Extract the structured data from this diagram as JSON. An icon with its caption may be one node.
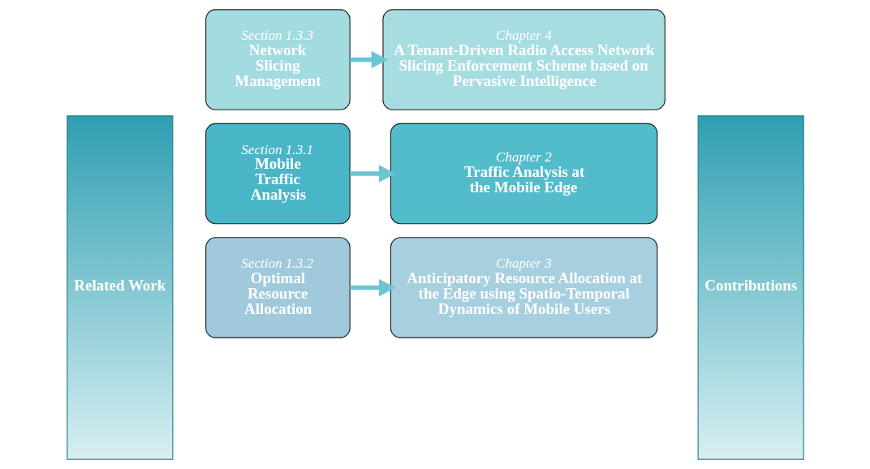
{
  "diagram": {
    "nodes": [
      {
        "text": [
          "Related Work"
        ]
      },
      {
        "text": [
          "Section 1.3.1",
          "Mobile Traffic Analysis"
        ]
      },
      {
        "text": [
          "Chapter 2",
          "Traffic Analysis at the Mobile Edge"
        ]
      },
      {
        "text": [
          "Section 1.3.2",
          "Optimal Resource Allocation"
        ]
      },
      {
        "text": [
          "Chapter 3",
          "Anticipatory Resource Allocation at the Edge using Spatio-Temporal Dynamics of Mobile Users"
        ]
      },
      {
        "text": [
          "Section 1.3.3",
          "Network Slicing Management"
        ]
      },
      {
        "text": [
          "Chapter 4",
          "A Tenant-Driven Radio Access Network Slicing Enforcement Scheme based on Pervasive Intelligence"
        ]
      },
      {
        "text": [
          "Contributions"
        ]
      }
    ],
    "edges": [
      {
        "from": 1,
        "to": 2,
        "arrow": "to"
      },
      {
        "from": 3,
        "to": 4,
        "arrow": "to"
      },
      {
        "from": 5,
        "to": 6,
        "arrow": "to"
      }
    ]
  }
}
